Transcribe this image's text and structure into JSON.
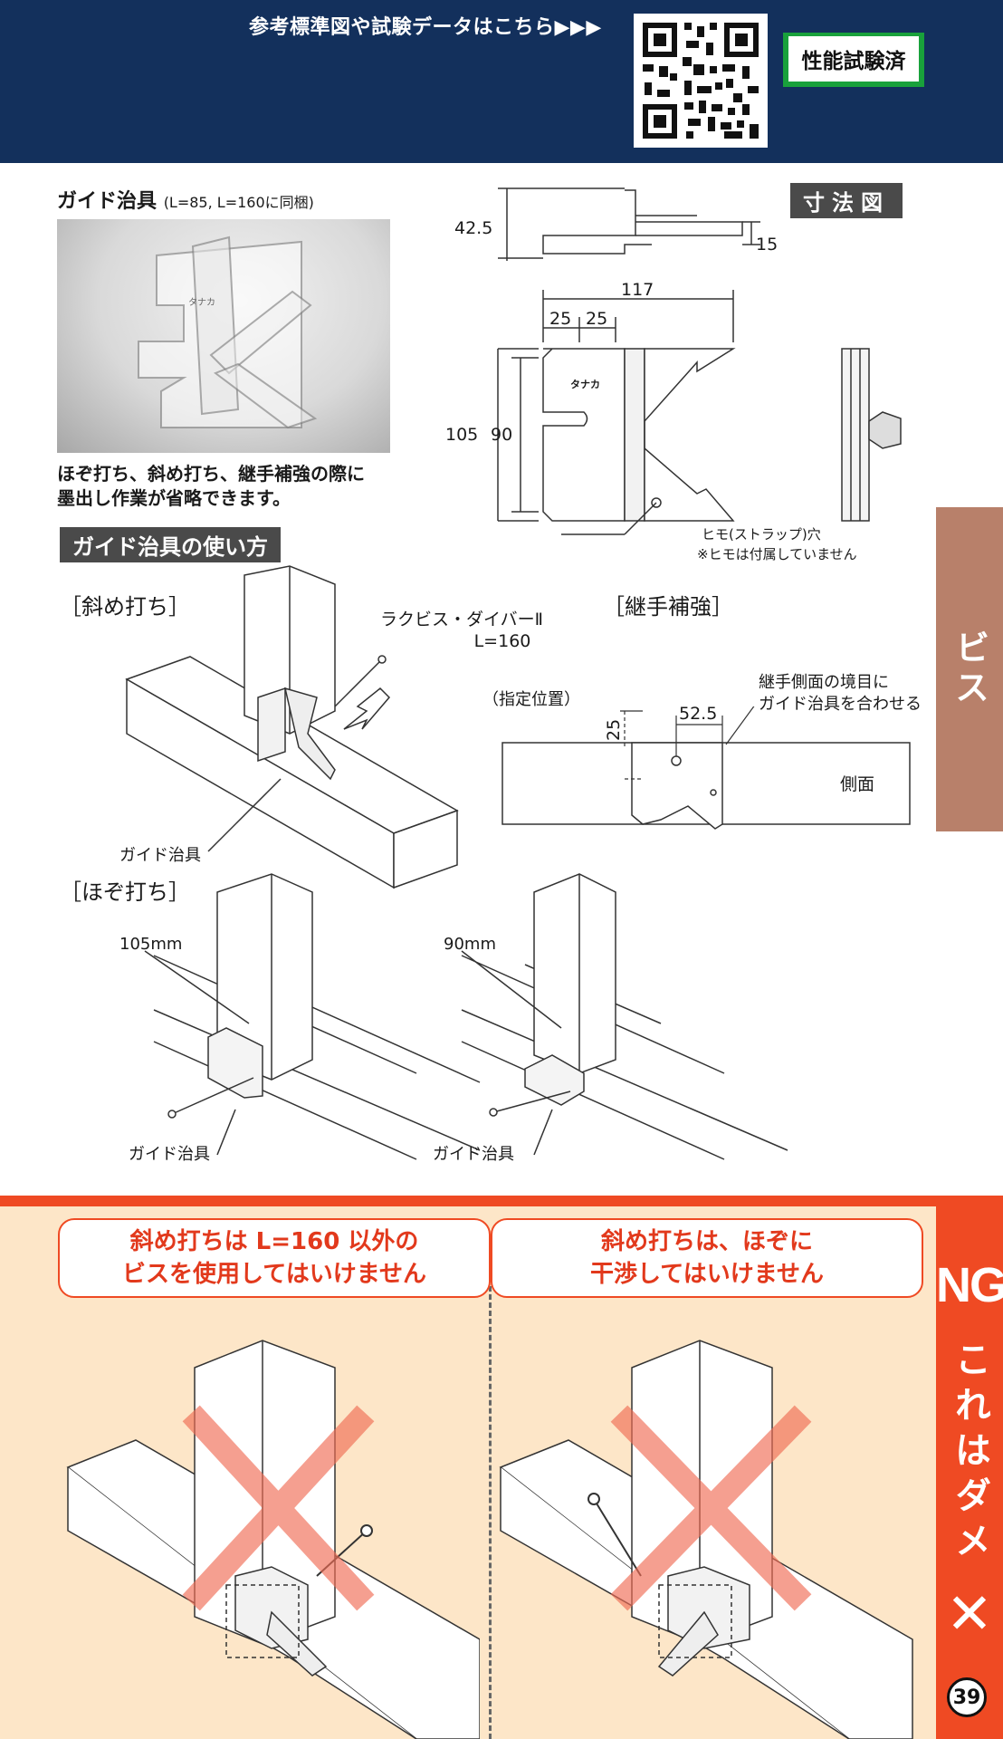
{
  "header": {
    "link_text": "参考標準図や試験データはこちら▶▶▶",
    "badge": "性能試験済"
  },
  "side_tabs": {
    "bis": "ビス",
    "ng_title": "NG",
    "ng_sub": "これはダメ",
    "ng_mark": "✕",
    "page_number": "39"
  },
  "guide_tool": {
    "title": "ガイド治具",
    "note": "(L=85, L=160に同梱)",
    "desc_line1": "ほぞ打ち、斜め打ち、継手補強の際に",
    "desc_line2": "墨出し作業が省略できます。",
    "usage_title": "ガイド治具の使い方"
  },
  "dimension_drawing": {
    "title": "寸法図",
    "dims": {
      "d42_5": "42.5",
      "d15": "15",
      "d117": "117",
      "d25a": "25",
      "d25b": "25",
      "d105": "105",
      "d90": "90"
    },
    "brand": "タナカ",
    "strap_hole": "ヒモ(ストラップ)穴",
    "strap_note": "※ヒモは付属していません"
  },
  "diagonal": {
    "heading": "［斜め打ち］",
    "screw_name": "ラクビス・ダイバーⅡ",
    "screw_length": "L=160",
    "guide_label": "ガイド治具"
  },
  "joint": {
    "heading": "［継手補強］",
    "position": "（指定位置）",
    "d25": "25",
    "d52_5": "52.5",
    "note_line1": "継手側面の境目に",
    "note_line2": "ガイド治具を合わせる",
    "side": "側面"
  },
  "tenon": {
    "heading": "［ほぞ打ち］",
    "d105": "105mm",
    "d90": "90mm",
    "guide_label_left": "ガイド治具",
    "guide_label_right": "ガイド治具"
  },
  "ng": {
    "left_line1": "斜め打ちは L=160 以外の",
    "left_line2": "ビスを使用してはいけません",
    "right_line1": "斜め打ちは、ほぞに",
    "right_line2": "干渉してはいけません"
  }
}
